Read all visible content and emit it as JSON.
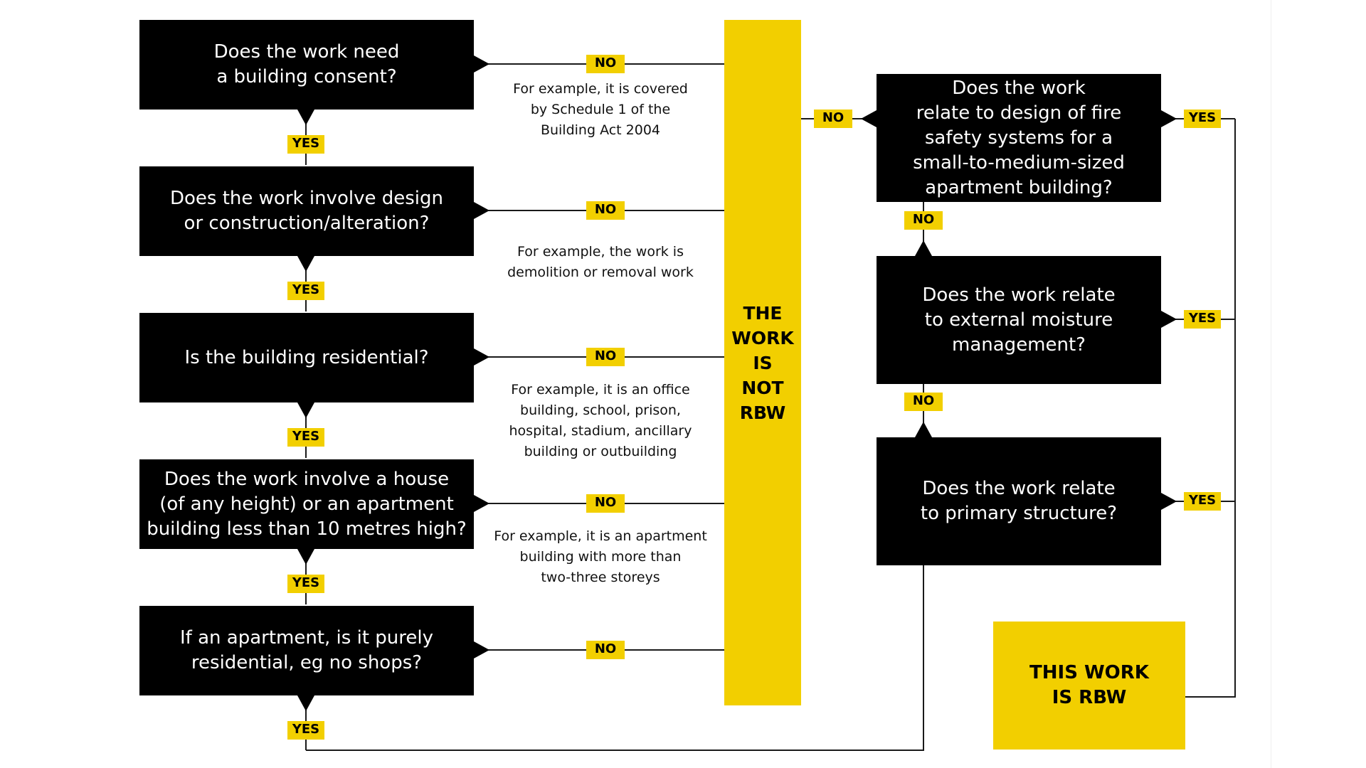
{
  "questions": {
    "q1": "Does the work need\na building consent?",
    "q2": "Does the work involve design\nor construction/alteration?",
    "q3": "Is the building residential?",
    "q4": "Does the work involve a house\n(of any height) or an apartment\nbuilding less than 10 metres high?",
    "q5": "If an apartment, is it purely\nresidential, eg no shops?",
    "r1": "Does the work\nrelate to design of fire\nsafety systems for a\nsmall-to-medium-sized\napartment building?",
    "r2": "Does the work relate\nto external moisture\nmanagement?",
    "r3": "Does the work relate\nto primary structure?"
  },
  "notes": {
    "n1": "For example, it is covered\nby Schedule 1 of the\nBuilding Act 2004",
    "n2": "For example, the work is\ndemolition or removal work",
    "n3": "For example, it is an office\nbuilding, school, prison,\nhospital, stadium, ancillary\nbuilding or outbuilding",
    "n4": "For example, it is an apartment\nbuilding with more than\ntwo-three storeys"
  },
  "labels": {
    "yes": "YES",
    "no": "NO"
  },
  "outcomes": {
    "not_rbw": "THE\nWORK\nIS\nNOT\nRBW",
    "rbw": "THIS WORK\nIS RBW"
  },
  "colors": {
    "box": "#000000",
    "accent": "#f2cf00",
    "connector": "#1a1a1a"
  }
}
